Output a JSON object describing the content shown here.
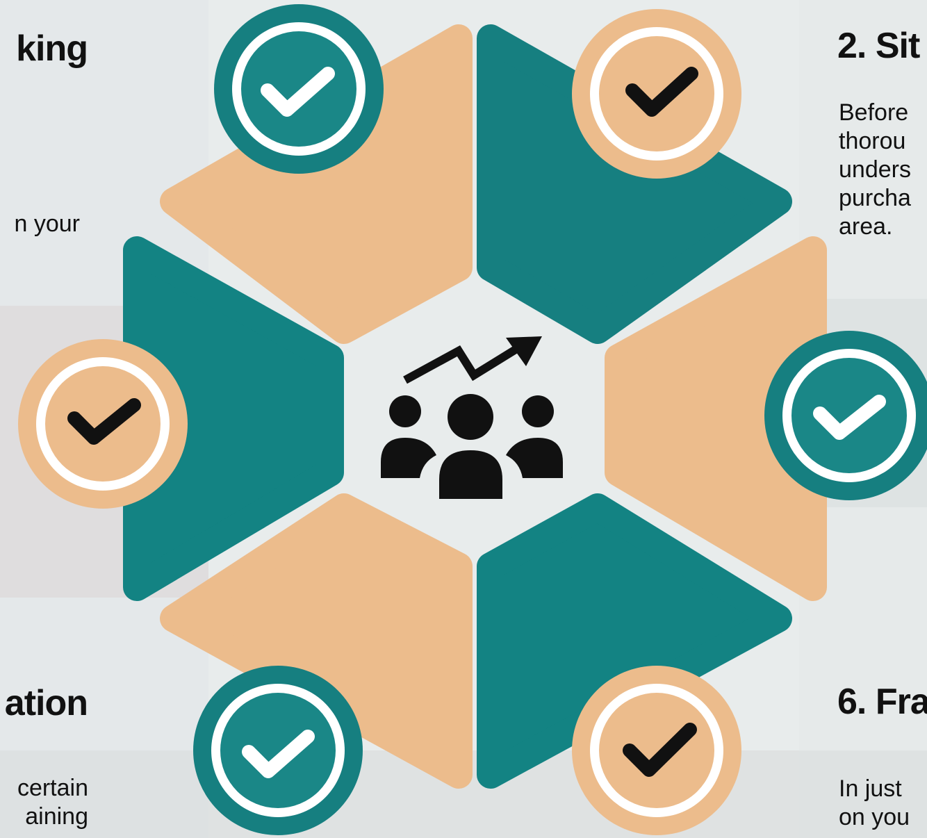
{
  "colors": {
    "teal": "#138383",
    "teal_badge": "#167f80",
    "peach": "#ecbc8c",
    "peach_badge": "#ecbc8c",
    "white": "#ffffff",
    "icon_dark": "#111111",
    "background": "#e9edee"
  },
  "center_icon": "team-growth-icon",
  "badge_icon": "checkmark-icon",
  "left_top": {
    "heading": "king",
    "body_lines": [
      "n your"
    ]
  },
  "left_bottom": {
    "heading": "ation",
    "body_lines": [
      "certain",
      "aining"
    ]
  },
  "right_top": {
    "heading": "2. Sit",
    "body_lines": [
      "Before",
      "thorou",
      "unders",
      "purcha",
      "area."
    ]
  },
  "right_bottom": {
    "heading": "6. Fra",
    "body_lines": [
      "In just",
      "on you"
    ]
  }
}
